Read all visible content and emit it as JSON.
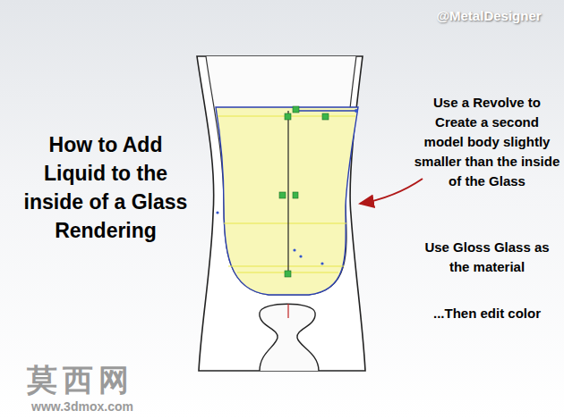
{
  "diagram": {
    "title": "How to Add Liquid to the inside of a Glass Rendering",
    "labels": [
      "@MetalDesigner",
      "Use a Revolve to Create a second model body slightly smaller than the inside of the Glass",
      "Use Gloss Glass as the material",
      "...Then edit color",
      "莫西网",
      "www.3dmox.com"
    ]
  }
}
